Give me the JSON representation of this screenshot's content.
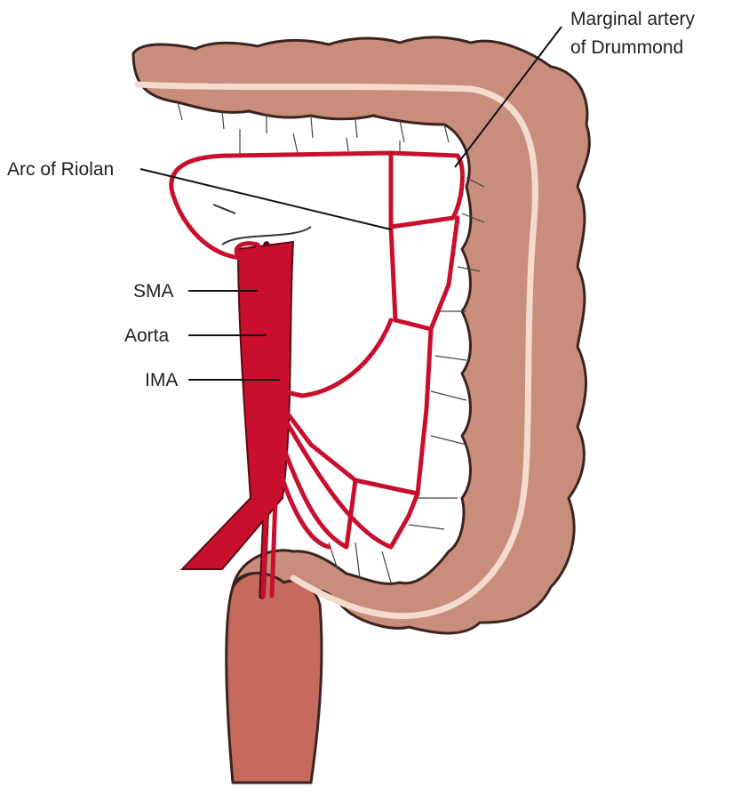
{
  "labels": {
    "marginal_artery_line1": "Marginal artery",
    "marginal_artery_line2": "of Drummond",
    "arc_of_riolan": "Arc of Riolan",
    "sma": "SMA",
    "aorta": "Aorta",
    "ima": "IMA"
  },
  "colors": {
    "artery": "#c8102e",
    "colon": "#c98d7c",
    "rectum": "#c56a5c"
  }
}
